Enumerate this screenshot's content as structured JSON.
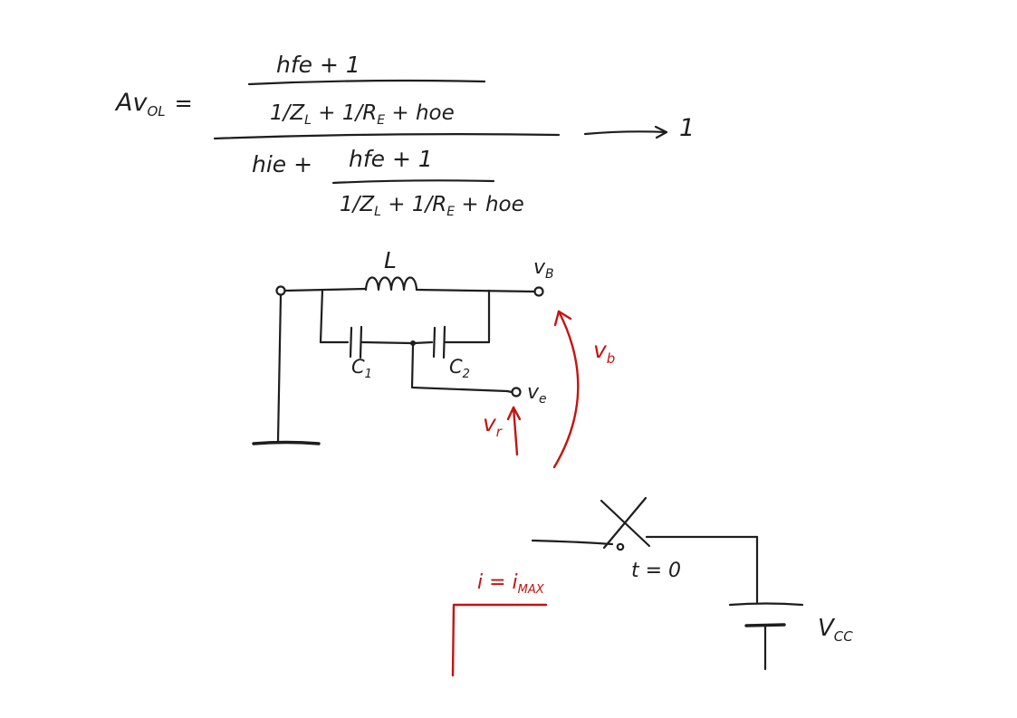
{
  "ink": {
    "black": "#1e1e1e",
    "red": "#c41410"
  },
  "formula": {
    "lhs_main": "Av",
    "lhs_sub": "OL",
    "eq": "=",
    "num_top": "hfe + 1",
    "num_bottom": {
      "p1": "1/Z",
      "s1": "L",
      "p2": " + 1/R",
      "s2": "E",
      "p3": " + hoe"
    },
    "den_pre": "hie +",
    "den_num": "hfe + 1",
    "den_den": {
      "p1": "1/Z",
      "s1": "L",
      "p2": " + 1/R",
      "s2": "E",
      "p3": " + hoe"
    },
    "limit": "1"
  },
  "circuit": {
    "inductor_label": "L",
    "cap1_main": "C",
    "cap1_sub": "1",
    "cap2_main": "C",
    "cap2_sub": "2",
    "terminal_top_main": "v",
    "terminal_top_sub": "B",
    "terminal_mid_main": "v",
    "terminal_mid_sub": "e",
    "red_vb_main": "v",
    "red_vb_sub": "b",
    "red_vr_main": "v",
    "red_vr_sub": "r"
  },
  "bottom": {
    "current_main": "i = i",
    "current_sub": "MAX",
    "switch_time": "t = 0",
    "battery_main": "V",
    "battery_sub": "CC"
  }
}
